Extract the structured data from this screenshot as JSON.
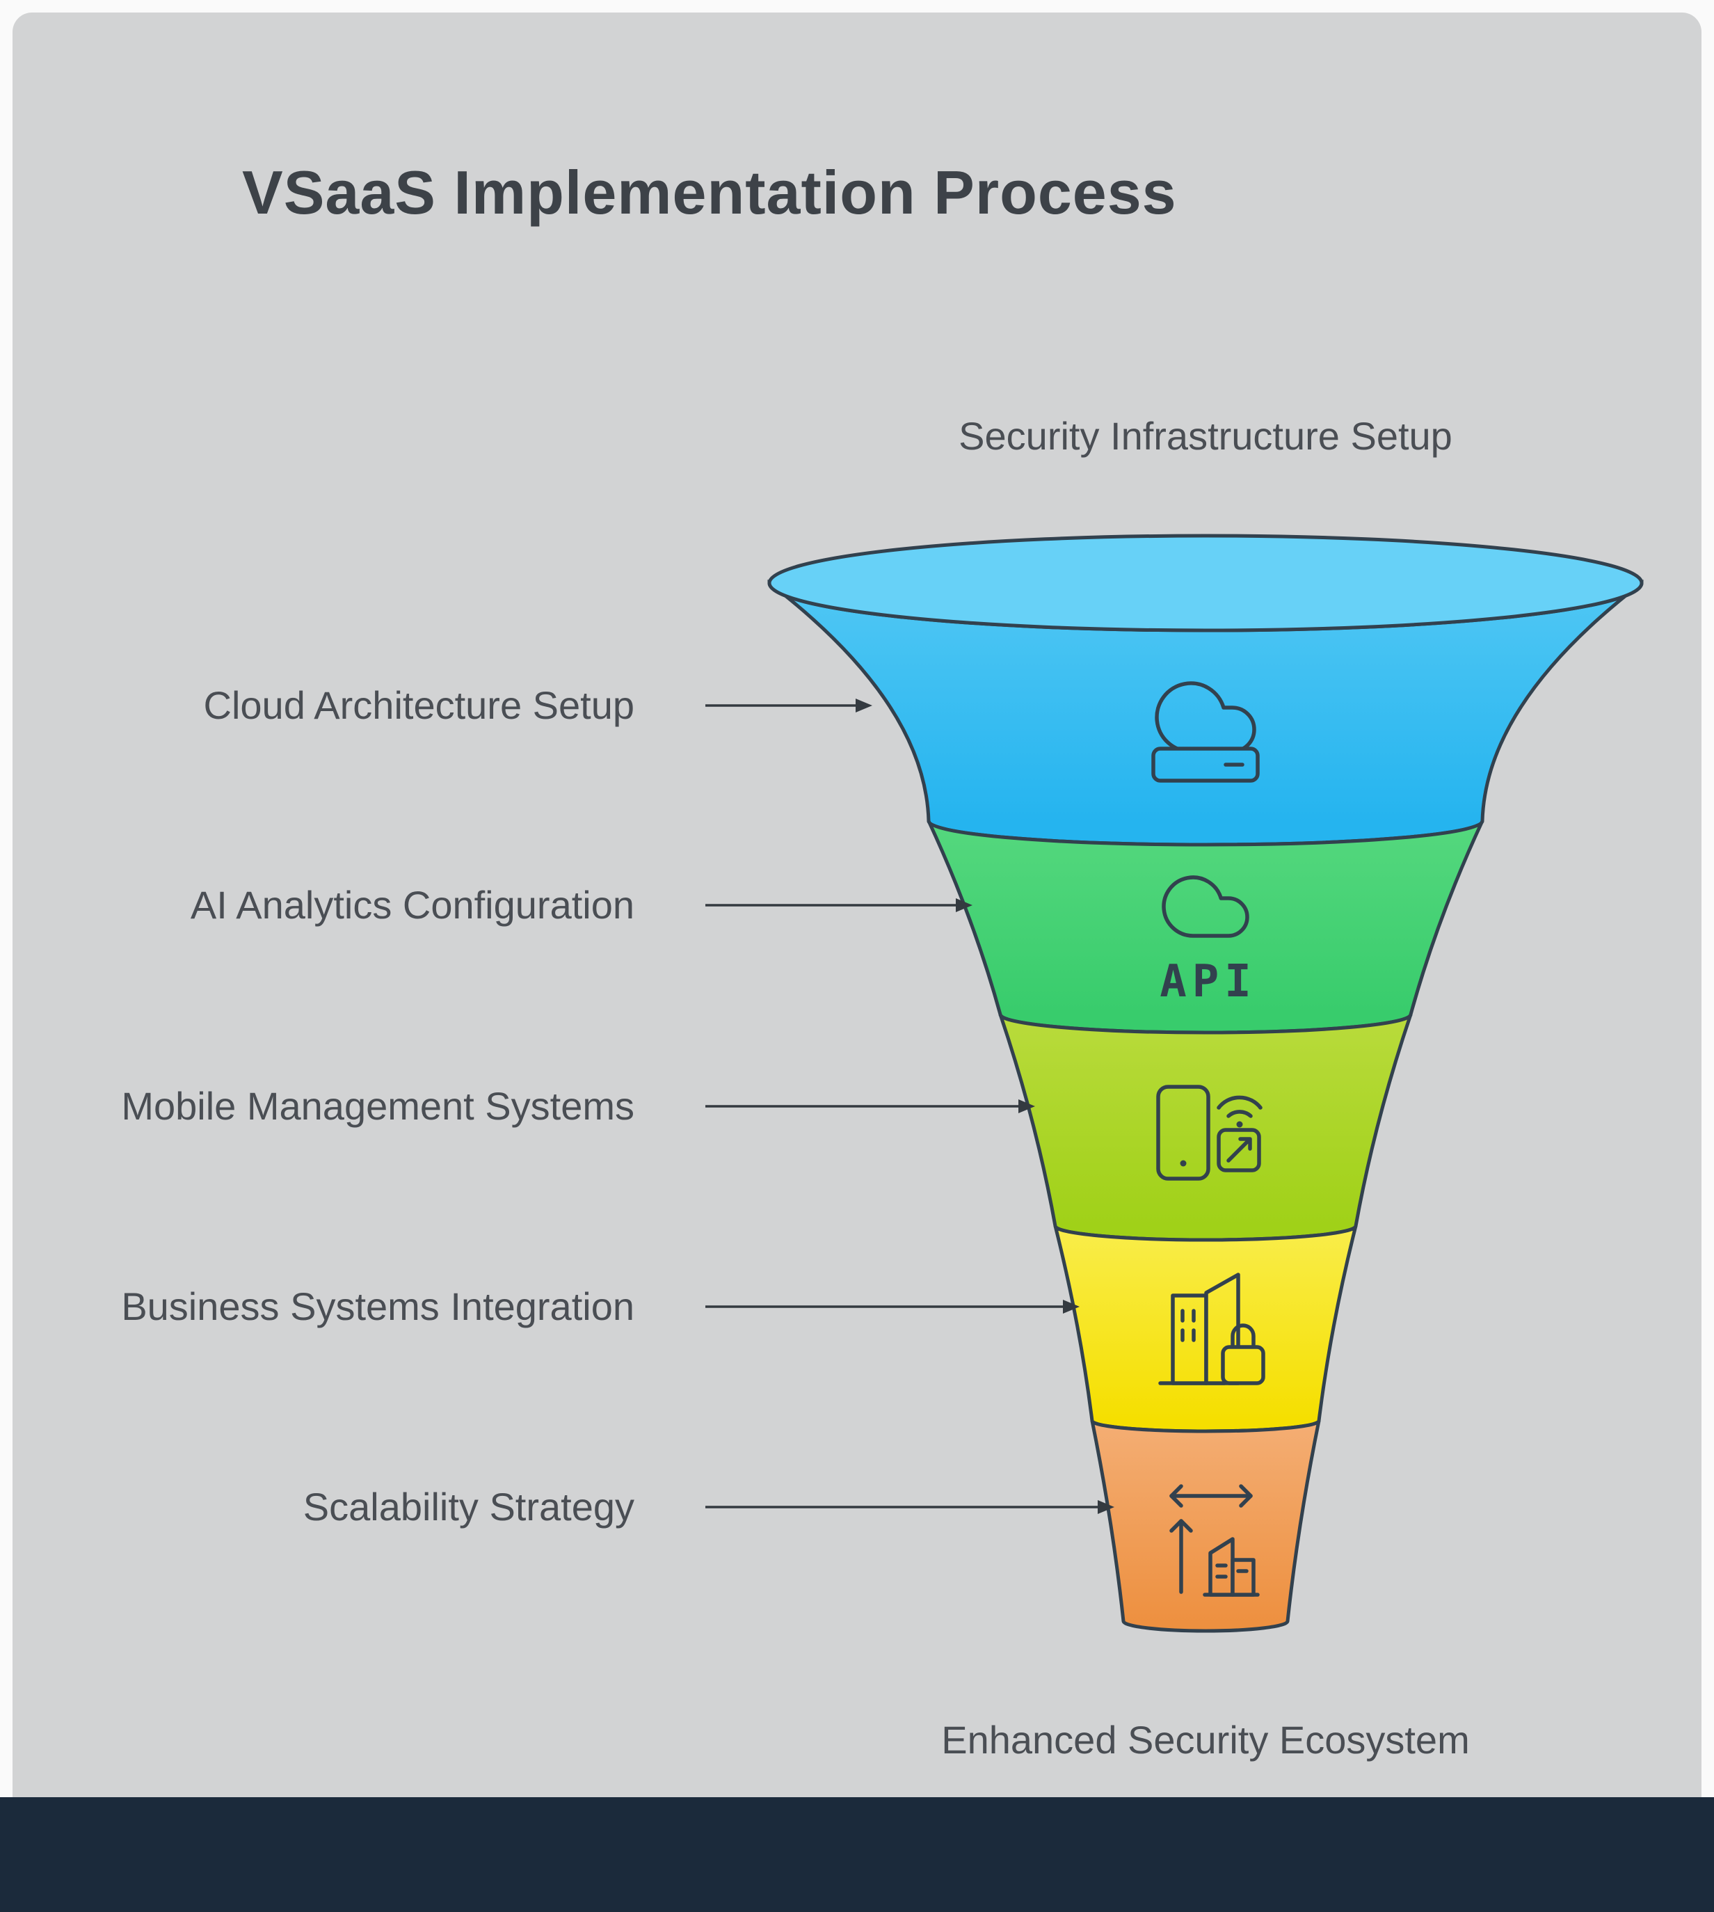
{
  "title": "VSaaS Implementation Process",
  "top_caption": "Security Infrastructure Setup",
  "bottom_caption": "Enhanced Security Ecosystem",
  "colors": {
    "background": "#fafafa",
    "panel": "#d2d3d4",
    "footer_bar": "#1b2a3b",
    "text": "#4a4e54",
    "title": "#3d4248",
    "outline": "#32414e",
    "arrow": "#343a40"
  },
  "funnel": {
    "rim_color": "#67d1f7",
    "stages": [
      {
        "label": "Cloud Architecture Setup",
        "icon": "cloud-storage-icon",
        "color_top": "#59cbf5",
        "color_bottom": "#25b4ef"
      },
      {
        "label": "AI Analytics Configuration",
        "icon": "cloud-api-icon",
        "icon_text": "API",
        "color_top": "#55d87e",
        "color_bottom": "#38cc6c"
      },
      {
        "label": "Mobile Management Systems",
        "icon": "mobile-connectivity-icon",
        "color_top": "#b9db3c",
        "color_bottom": "#a0d118"
      },
      {
        "label": "Business Systems Integration",
        "icon": "building-lock-icon",
        "color_top": "#f9ed4b",
        "color_bottom": "#f5df00"
      },
      {
        "label": "Scalability Strategy",
        "icon": "scalability-growth-icon",
        "color_top": "#f4ae74",
        "color_bottom": "#ed8f3e"
      }
    ]
  }
}
